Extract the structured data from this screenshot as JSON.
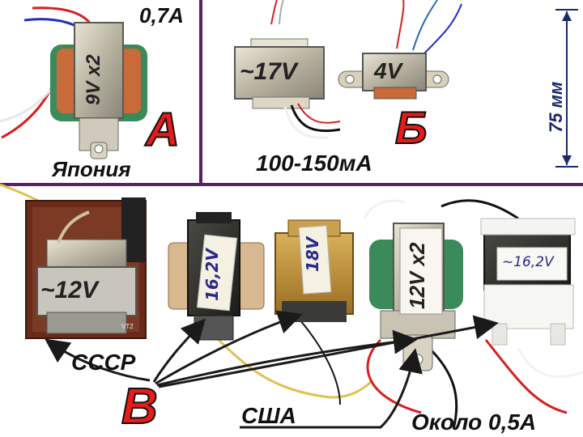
{
  "panels": {
    "a": {
      "current": "0,7A",
      "transformer_label": "9V x2",
      "letter": "А",
      "origin": "Япония"
    },
    "b": {
      "left_label": "~17V",
      "right_label": "4V",
      "letter": "Б",
      "current_range": "100-150мА",
      "scale_label": "75 мм"
    },
    "c": {
      "ussr_label": "~12V",
      "hand_label_1": "16,2V",
      "hand_label_2": "18V",
      "usa_label": "12V x2",
      "hand_label_3": "~16,2V",
      "origin_ussr": "СССР",
      "letter": "В",
      "origin_usa": "США",
      "current_note": "Около 0,5А",
      "pcb_mark": "VT2"
    }
  },
  "colors": {
    "divider": "#5a1f66",
    "letter_fill": "#e81a1a",
    "arrow": "#1a1a1a",
    "scale_arrow": "#1a2a6a"
  }
}
